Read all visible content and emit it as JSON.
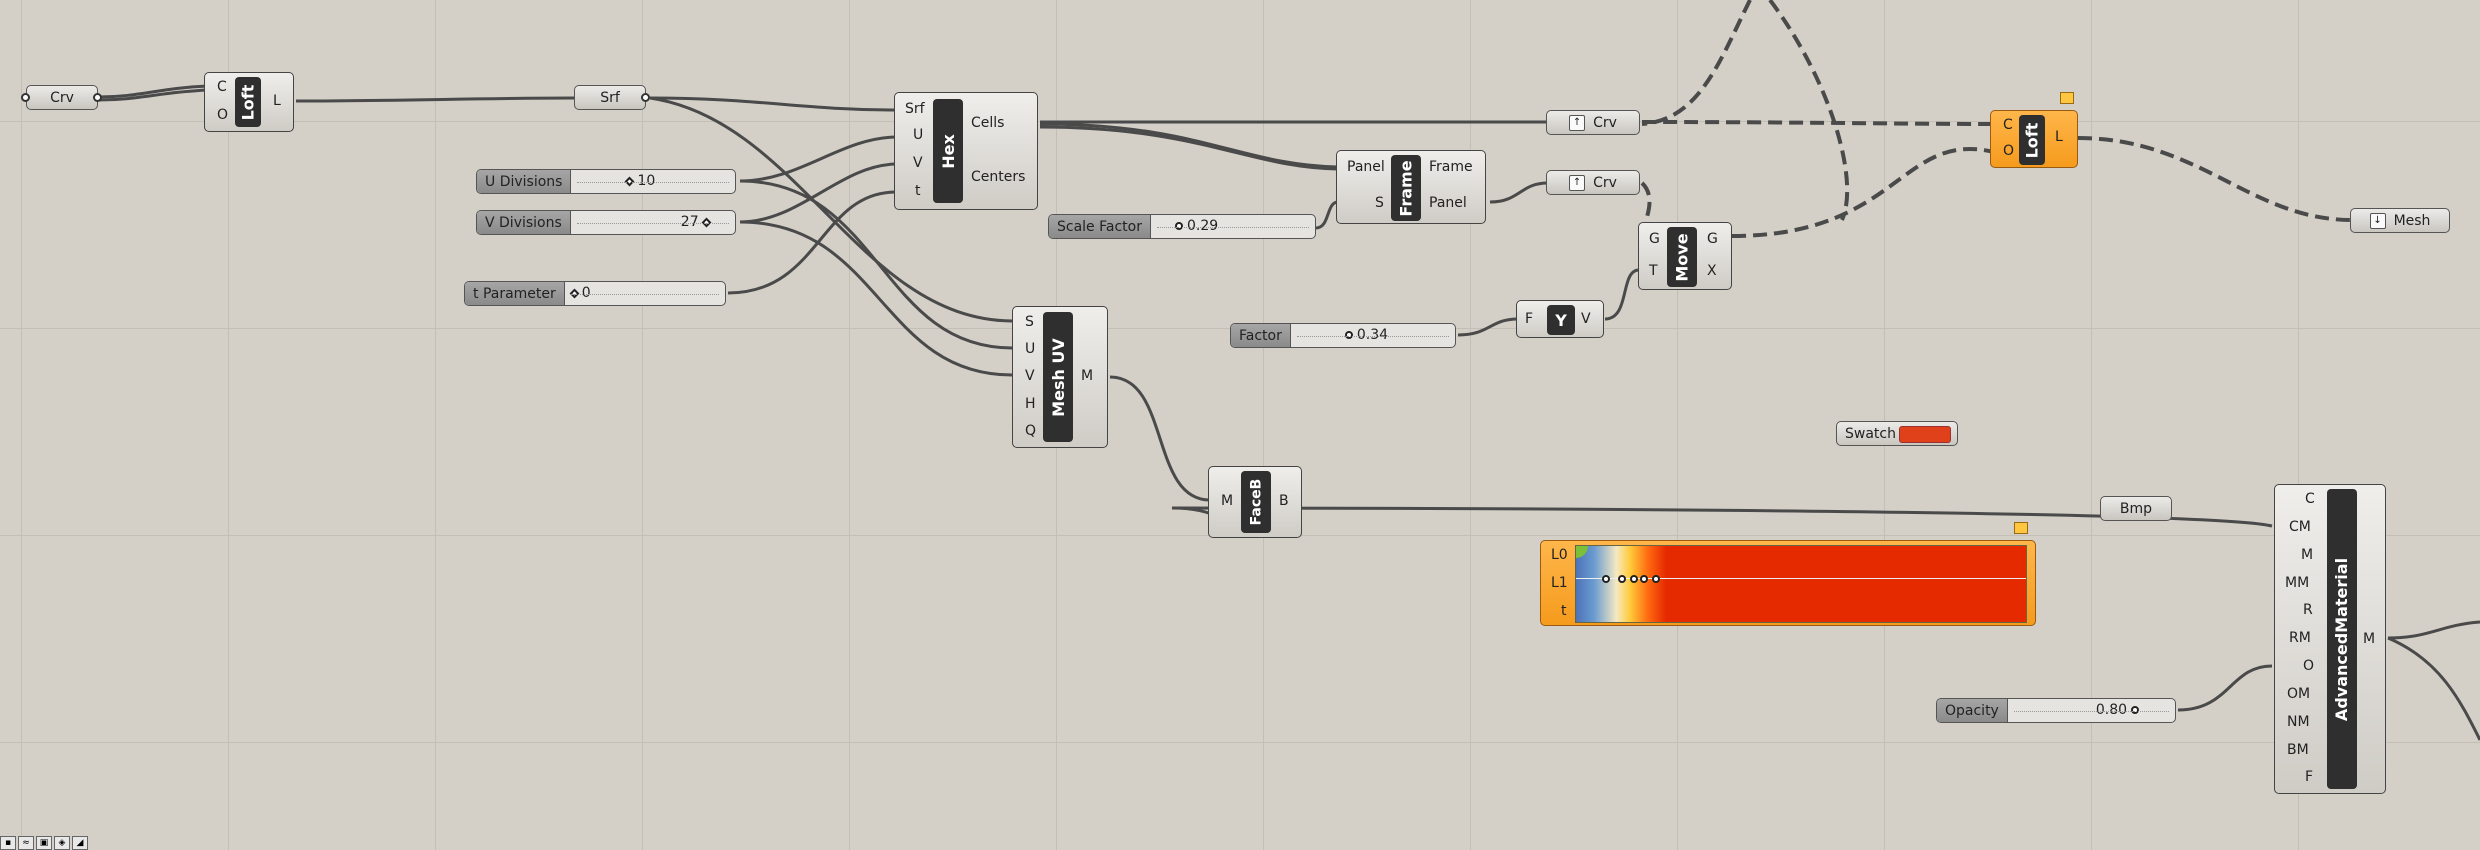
{
  "canvas": {
    "name": "Grasshopper canvas"
  },
  "params": {
    "crv1": "Crv",
    "srf": "Srf",
    "crv2": "Crv",
    "crv3": "Crv",
    "mesh": "Mesh",
    "bmp": "Bmp",
    "swatch": "Swatch",
    "swatch_color": "#e0401a"
  },
  "components": {
    "loft1": {
      "title": "Loft",
      "in": [
        "C",
        "O"
      ],
      "out": [
        "L"
      ]
    },
    "hex": {
      "title": "Hex",
      "in": [
        "Srf",
        "U",
        "V",
        "t"
      ],
      "out": [
        "Cells",
        "Centers"
      ]
    },
    "frame": {
      "title": "Frame",
      "in": [
        "Panel",
        "S"
      ],
      "out": [
        "Frame",
        "Panel"
      ]
    },
    "loft2": {
      "title": "Loft",
      "in": [
        "C",
        "O"
      ],
      "out": [
        "L"
      ]
    },
    "move": {
      "title": "Move",
      "in": [
        "G",
        "T"
      ],
      "out": [
        "G",
        "X"
      ]
    },
    "y": {
      "title": "Y",
      "in": [
        "F"
      ],
      "out": [
        "V"
      ]
    },
    "meshuv": {
      "title": "Mesh UV",
      "in": [
        "S",
        "U",
        "V",
        "H",
        "Q"
      ],
      "out": [
        "M"
      ]
    },
    "faceb": {
      "title": "FaceB",
      "in": [
        "M"
      ],
      "out": [
        "B"
      ]
    },
    "gradient": {
      "in": [
        "L0",
        "L1",
        "t"
      ]
    },
    "material": {
      "title": "AdvancedMaterial",
      "in": [
        "C",
        "CM",
        "M",
        "MM",
        "R",
        "RM",
        "O",
        "OM",
        "NM",
        "BM",
        "F"
      ],
      "out": [
        "M"
      ]
    }
  },
  "sliders": {
    "u_div": {
      "name": "U Divisions",
      "value": "10"
    },
    "v_div": {
      "name": "V Divisions",
      "value": "27"
    },
    "t_param": {
      "name": "t Parameter",
      "value": "0"
    },
    "scale": {
      "name": "Scale Factor",
      "value": "0.29"
    },
    "factor": {
      "name": "Factor",
      "value": "0.34"
    },
    "opacity": {
      "name": "Opacity",
      "value": "0.80"
    }
  },
  "colors": {
    "canvas_bg": "#d4d0c8",
    "wire": "#4a4a4a",
    "selected": "#f59b1d",
    "gradient_red": "#e62a00"
  }
}
